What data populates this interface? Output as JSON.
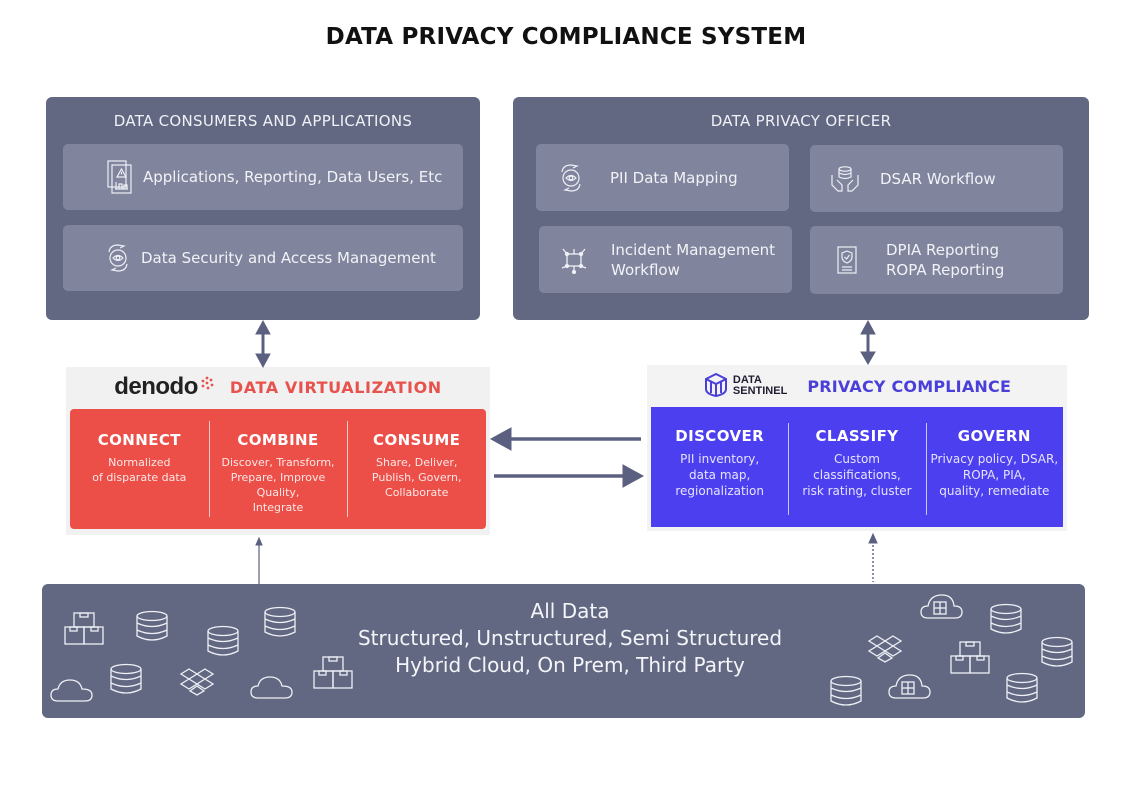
{
  "title": "DATA PRIVACY COMPLIANCE SYSTEM",
  "consumers": {
    "title": "DATA CONSUMERS AND APPLICATIONS",
    "items": [
      {
        "icon": "report-document-icon",
        "label": "Applications, Reporting, Data Users, Etc"
      },
      {
        "icon": "eye-hands-icon",
        "label": "Data Security and Access Management"
      }
    ]
  },
  "officer": {
    "title": "DATA PRIVACY OFFICER",
    "items": [
      {
        "icon": "eye-hands-icon",
        "label": "PII Data Mapping"
      },
      {
        "icon": "database-hands-icon",
        "label": "DSAR Workflow"
      },
      {
        "icon": "network-nodes-icon",
        "label_line1": "Incident Management",
        "label_line2": "Workflow"
      },
      {
        "icon": "certificate-document-icon",
        "label_line1": "DPIA Reporting",
        "label_line2": "ROPA Reporting"
      }
    ]
  },
  "virtualization": {
    "brand": "denodo",
    "title": "DATA VIRTUALIZATION",
    "accent": "#ec4f48",
    "columns": [
      {
        "title": "CONNECT",
        "lines": [
          "Normalized",
          "of disparate data"
        ]
      },
      {
        "title": "COMBINE",
        "lines": [
          "Discover, Transform,",
          "Prepare, Improve Quality,",
          "Integrate"
        ]
      },
      {
        "title": "CONSUME",
        "lines": [
          "Share, Deliver,",
          "Publish, Govern,",
          "Collaborate"
        ]
      }
    ]
  },
  "compliance": {
    "brand_line1": "DATA",
    "brand_line2": "SENTINEL",
    "title": "PRIVACY COMPLIANCE",
    "accent": "#4c3ff0",
    "columns": [
      {
        "title": "DISCOVER",
        "lines": [
          "PII inventory,",
          "data map,",
          "regionalization"
        ]
      },
      {
        "title": "CLASSIFY",
        "lines": [
          "Custom classifications,",
          "risk rating, cluster"
        ]
      },
      {
        "title": "GOVERN",
        "lines": [
          "Privacy policy, DSAR,",
          "ROPA, PIA,",
          "quality, remediate"
        ]
      }
    ]
  },
  "all_data": {
    "line1": "All Data",
    "line2": "Structured, Unstructured, Semi Structured",
    "line3": "Hybrid Cloud, On Prem, Third Party"
  },
  "colors": {
    "panel": "#636882",
    "card": "#80849c",
    "arrow": "#5c6080"
  }
}
